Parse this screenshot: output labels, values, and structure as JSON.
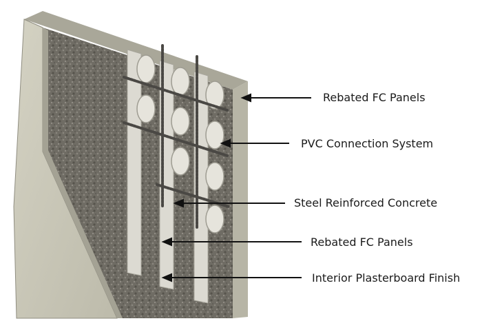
{
  "labels": {
    "rebated_fc_panels_outer": "Rebated FC Panels",
    "pvc_connection_system": "PVC Connection System",
    "steel_reinforced_concrete": "Steel Reinforced Concrete",
    "rebated_fc_panels_inner": "Rebated FC Panels",
    "interior_plasterboard_finish": "Interior Plasterboard Finish"
  },
  "colors": {
    "background": "#ffffff",
    "panel": "#c9c7b8",
    "panel_shade": "#b5b3a3",
    "panel_edge": "#8f8d80",
    "concrete": "#6f6c64",
    "pvc": "#dcdad2",
    "rebar": "#4a4844",
    "arrow": "#111111",
    "text": "#1a1a1a"
  }
}
